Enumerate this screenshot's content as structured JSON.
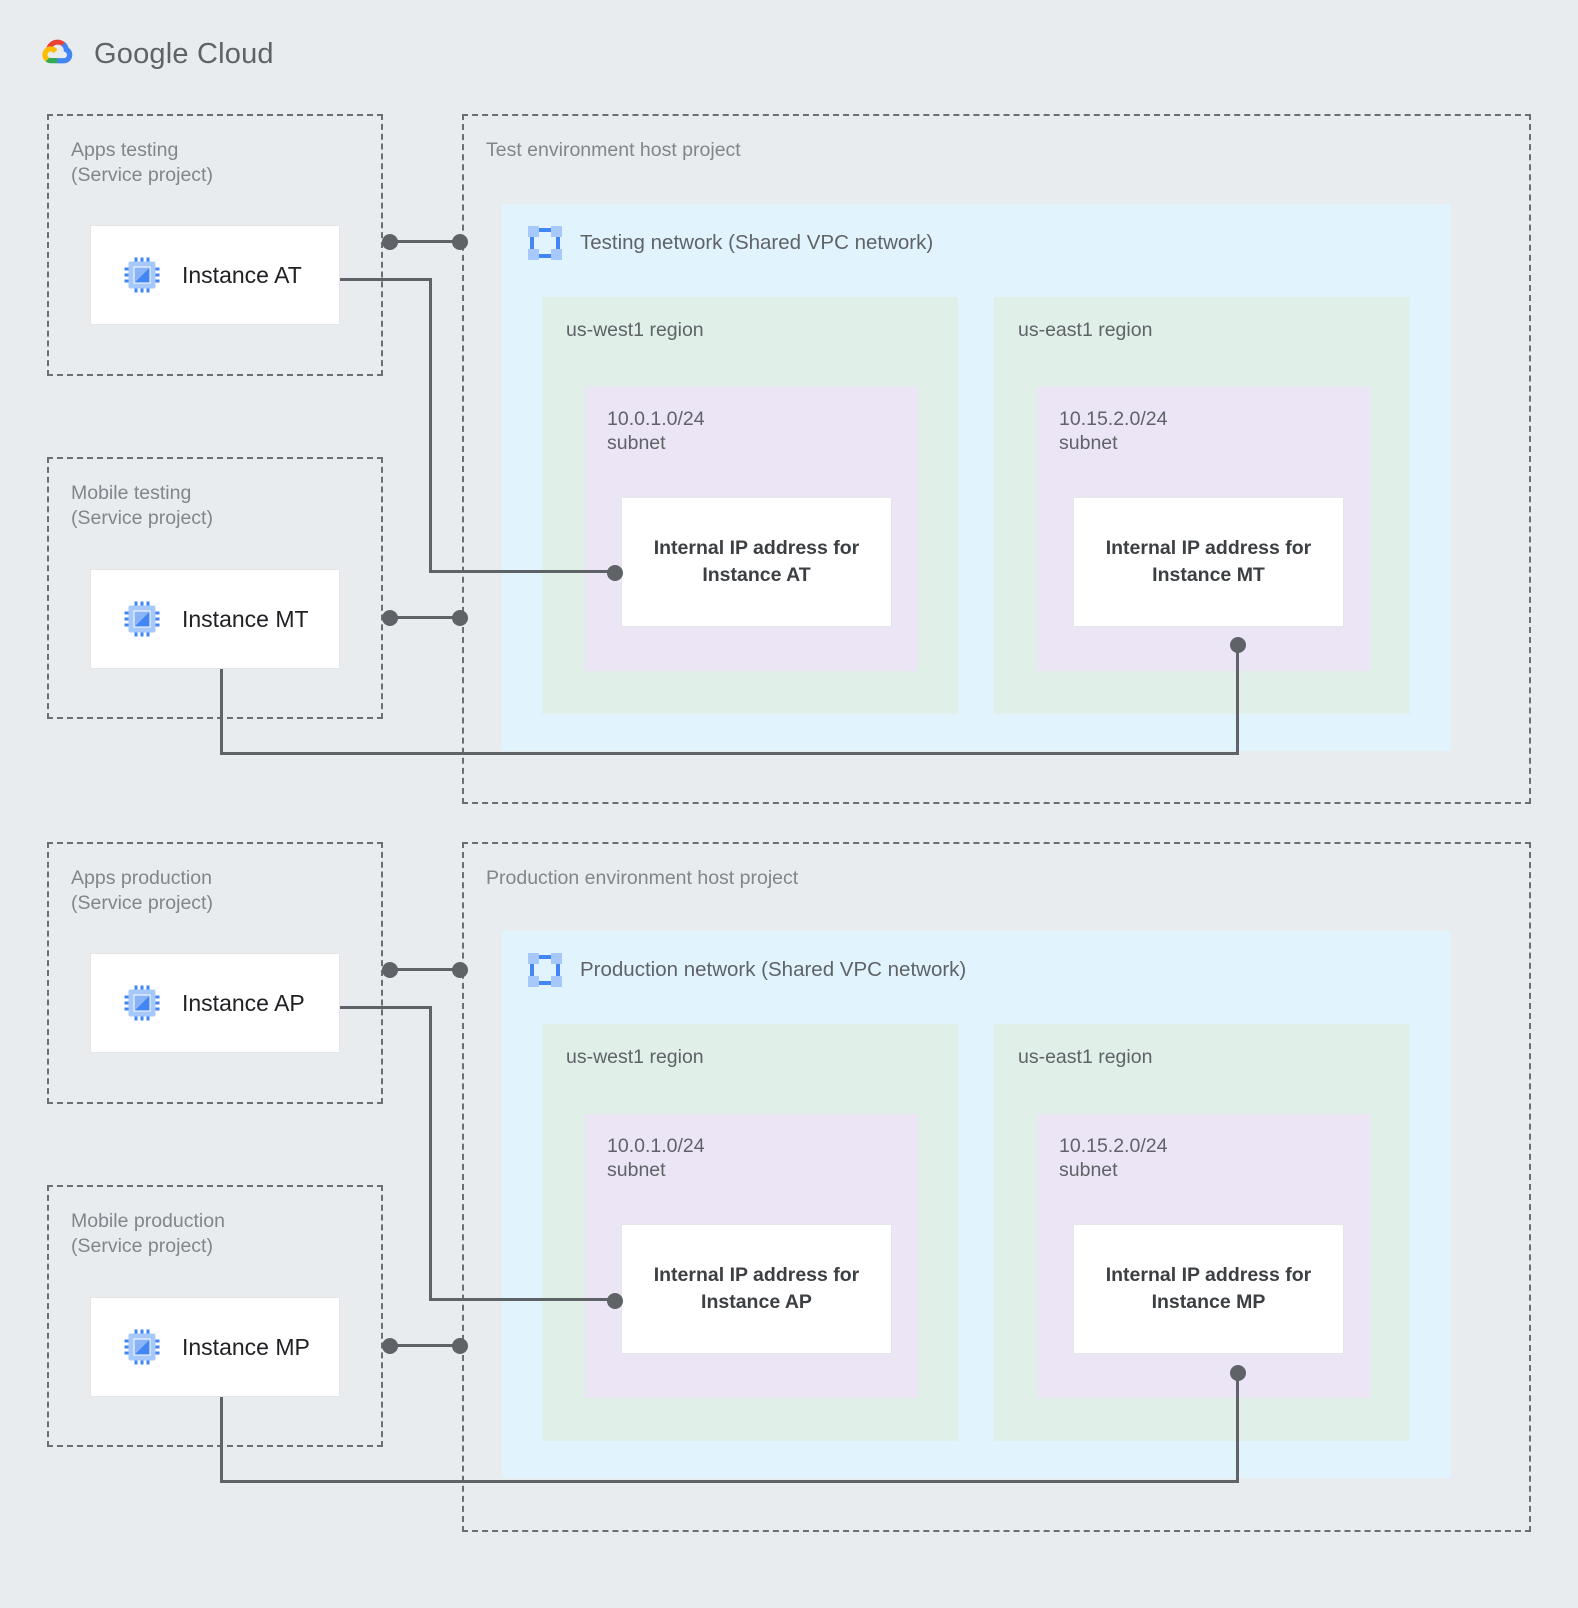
{
  "brand": {
    "google": "Google",
    "cloud": "Cloud",
    "logo_icon": "google-cloud-logo"
  },
  "icons": {
    "vm_instance": "compute-engine-vm-icon",
    "vpc_network": "vpc-network-icon"
  },
  "test_environment": {
    "host_project_label": "Test environment host project",
    "network_label": "Testing network (Shared VPC network)",
    "service_projects": [
      {
        "label": "Apps testing\n(Service project)",
        "instance": "Instance AT"
      },
      {
        "label": "Mobile testing\n(Service project)",
        "instance": "Instance MT"
      }
    ],
    "regions": [
      {
        "label": "us-west1 region",
        "subnet": "10.0.1.0/24\nsubnet",
        "ip_card": "Internal IP address for Instance AT"
      },
      {
        "label": "us-east1 region",
        "subnet": "10.15.2.0/24\nsubnet",
        "ip_card": "Internal IP address for Instance MT"
      }
    ]
  },
  "production_environment": {
    "host_project_label": "Production environment host project",
    "network_label": "Production network (Shared VPC network)",
    "service_projects": [
      {
        "label": "Apps production\n(Service project)",
        "instance": "Instance AP"
      },
      {
        "label": "Mobile production\n(Service project)",
        "instance": "Instance MP"
      }
    ],
    "regions": [
      {
        "label": "us-west1 region",
        "subnet": "10.0.1.0/24\nsubnet",
        "ip_card": "Internal IP address for Instance AP"
      },
      {
        "label": "us-east1 region",
        "subnet": "10.15.2.0/24\nsubnet",
        "ip_card": "Internal IP address for Instance MP"
      }
    ]
  },
  "colors": {
    "canvas": "#e8ecee",
    "vpc": "#e1f3fd",
    "region": "#e0efe7",
    "subnet": "#ece5f5",
    "card": "#ffffff",
    "connector": "#5f6368",
    "dashed_border": "#6b6f72",
    "text_muted": "#80868b",
    "text_body": "#3c4043",
    "accent_blue": "#4285f4",
    "accent_red": "#ea4335",
    "accent_yellow": "#fbbc04",
    "accent_green": "#34a853"
  }
}
